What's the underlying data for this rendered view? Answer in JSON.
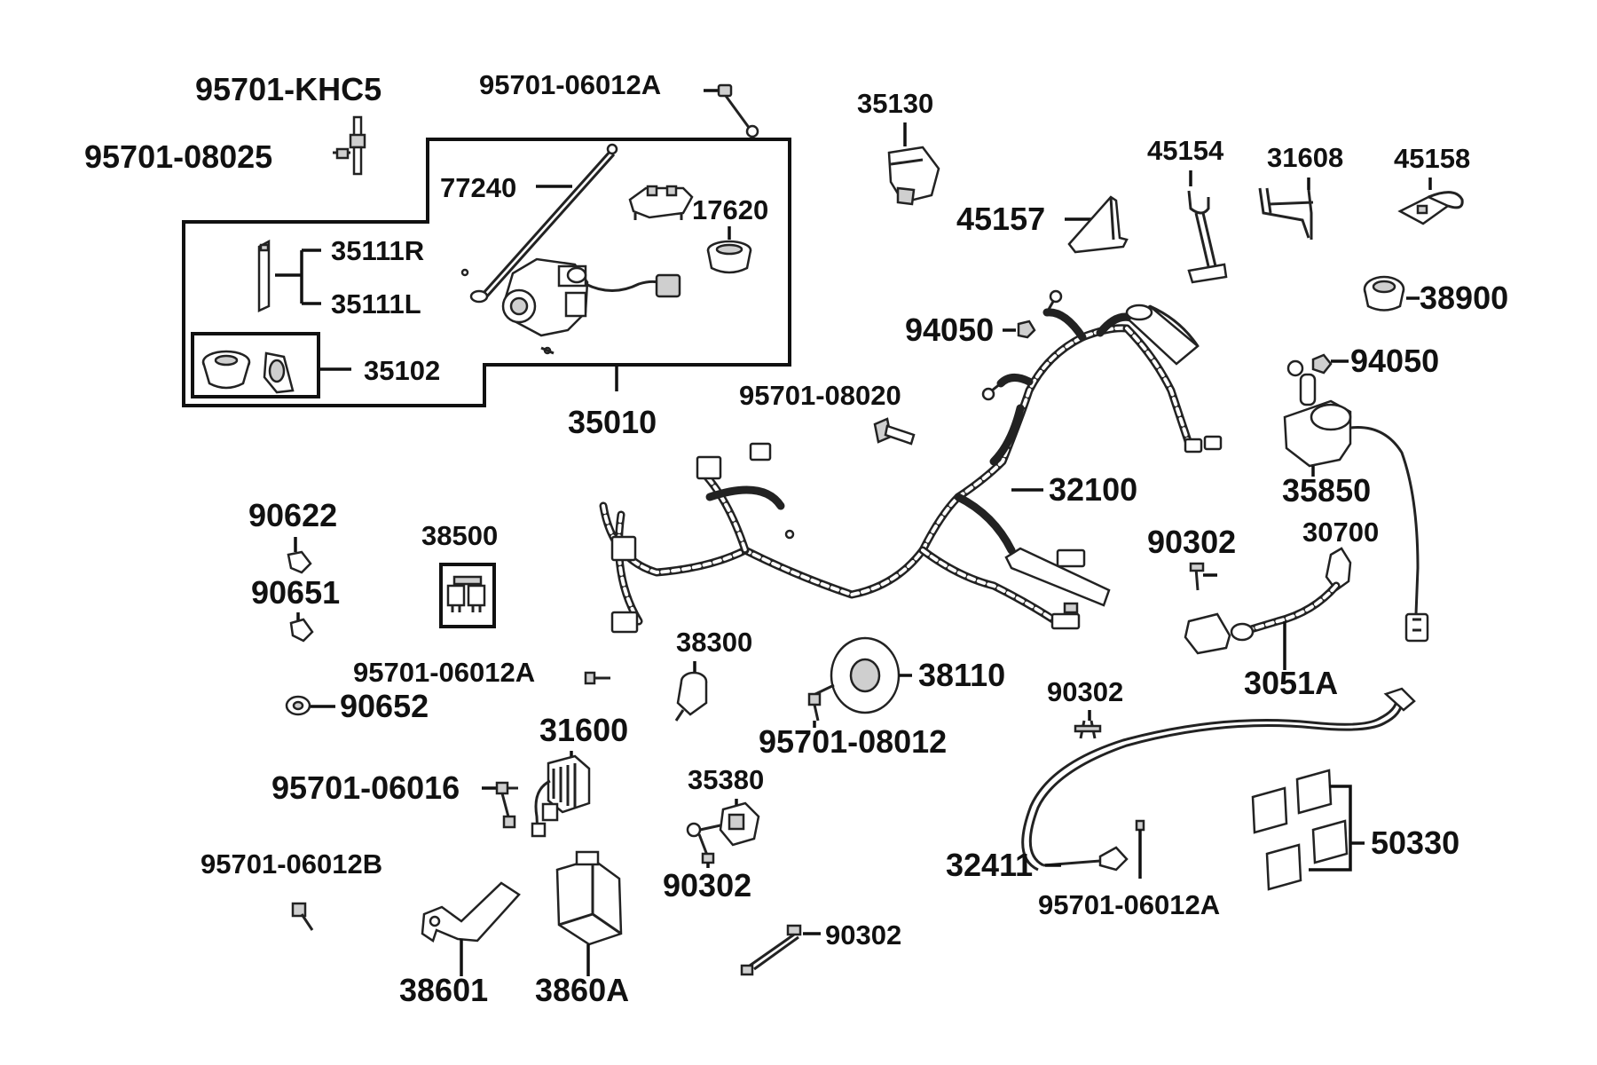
{
  "labels": {
    "p95701_khc5": "95701-KHC5",
    "p95701_08025": "95701-08025",
    "p95701_06012a_top": "95701-06012A",
    "p77240": "77240",
    "p17620": "17620",
    "p35111r": "35111R",
    "p35111l": "35111L",
    "p35102": "35102",
    "p35010": "35010",
    "p35130": "35130",
    "p45154": "45154",
    "p31608": "31608",
    "p45158": "45158",
    "p45157": "45157",
    "p38900": "38900",
    "p94050_a": "94050",
    "p94050_b": "94050",
    "p95701_08020": "95701-08020",
    "p32100": "32100",
    "p35850": "35850",
    "p90302_a": "90302",
    "p30700": "30700",
    "p3051a": "3051A",
    "p90622": "90622",
    "p38500": "38500",
    "p90651": "90651",
    "p38300": "38300",
    "p95701_06012a_mid": "95701-06012A",
    "p90652": "90652",
    "p38110": "38110",
    "p95701_08012": "95701-08012",
    "p90302_b": "90302",
    "p31600": "31600",
    "p95701_06016": "95701-06016",
    "p35380": "35380",
    "p90302_c": "90302",
    "p95701_06012b": "95701-06012B",
    "p32411": "32411",
    "p95701_06012a_bot": "95701-06012A",
    "p50330": "50330",
    "p90302_d": "90302",
    "p38601": "38601",
    "p3860a": "3860A"
  }
}
